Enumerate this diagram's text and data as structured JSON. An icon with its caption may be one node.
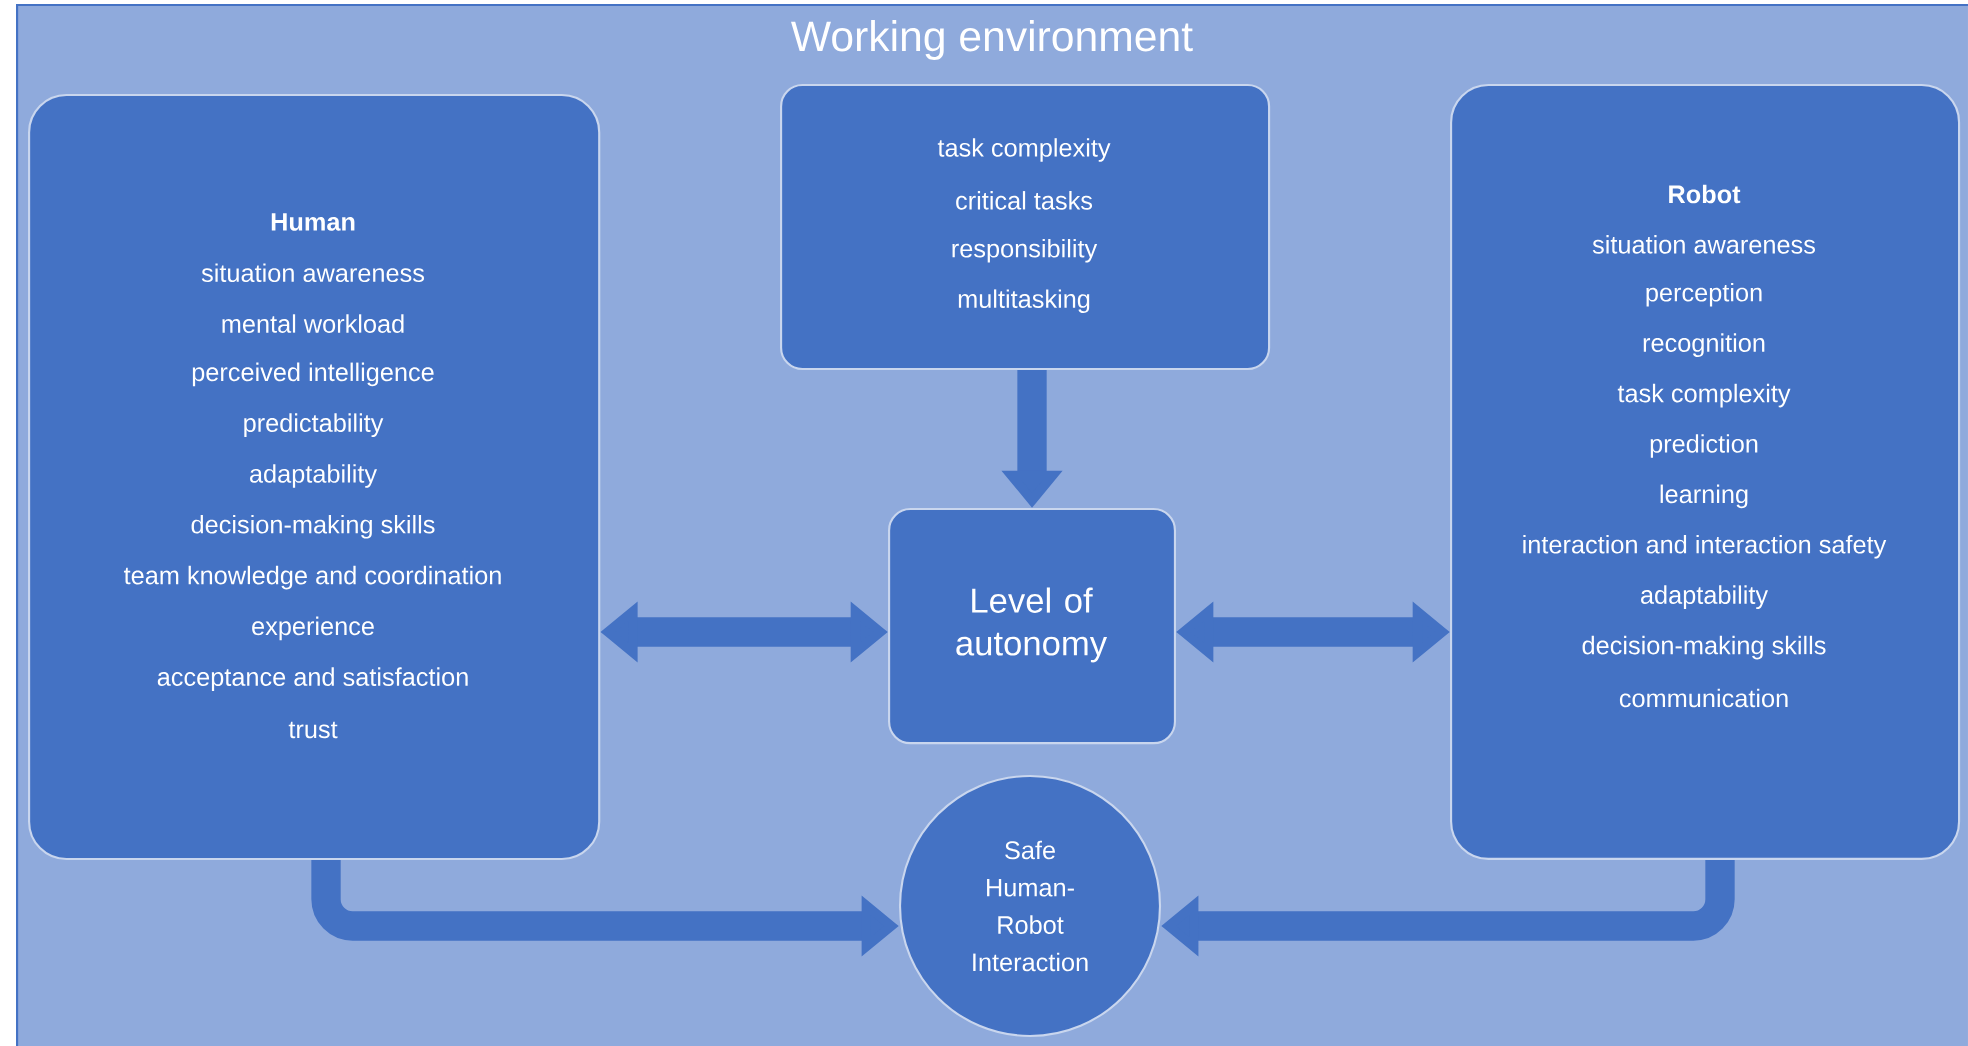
{
  "diagram": {
    "nodes": [
      {
        "text": [
          "Working environment"
        ]
      },
      {
        "text": [
          "Human",
          "situation awareness",
          "mental workload",
          "perceived intelligence",
          "predictability",
          "adaptability",
          "decision-making skills",
          "team knowledge and coordination",
          "experience",
          "acceptance and satisfaction",
          "trust"
        ],
        "in": 0
      },
      {
        "text": [
          "task complexity",
          "critical tasks",
          "responsibility",
          "multitasking"
        ],
        "in": 0
      },
      {
        "text": [
          "Level of autonomy"
        ],
        "in": 0
      },
      {
        "text": [
          "Robot",
          "situation awareness",
          "perception",
          "recognition",
          "task complexity",
          "prediction",
          "learning",
          "interaction and interaction safety",
          "adaptability",
          "decision-making skills",
          "communication"
        ],
        "in": 0
      },
      {
        "text": [
          "Safe Human-Robot Interaction"
        ],
        "in": 0
      }
    ],
    "edges": [
      {
        "from": 2,
        "to": 3,
        "arrow": "to"
      },
      {
        "from": 1,
        "to": 3,
        "arrow": "both"
      },
      {
        "from": 3,
        "to": 4,
        "arrow": "both"
      },
      {
        "from": 1,
        "to": 5,
        "arrow": "to"
      },
      {
        "from": 4,
        "to": 5,
        "arrow": "to"
      }
    ]
  }
}
